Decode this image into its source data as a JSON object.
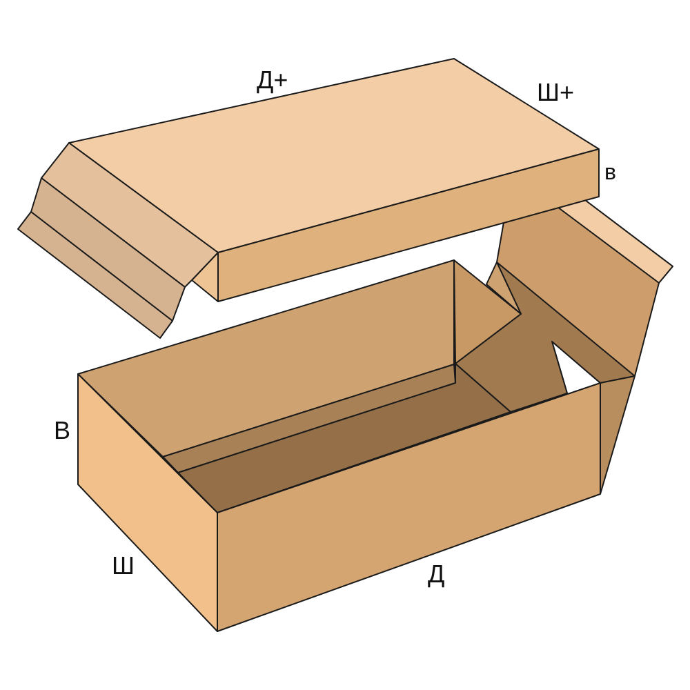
{
  "labels": {
    "lid_length": "Д+",
    "lid_width": "Ш+",
    "lid_height": "в",
    "box_height": "В",
    "box_width": "Ш",
    "box_length": "Д"
  },
  "colors": {
    "lid_top": "#f2cda6",
    "lid_front": "#dfb17c",
    "lid_flap_outer": "#e4c19c",
    "lid_flap_inner": "#d6b390",
    "lid_side_small": "#efc494",
    "lid_back_flap": "#cd9e6c",
    "lid_back_flap_edge": "#f2cda6",
    "box_left": "#f2c18b",
    "box_front": "#d4a570",
    "box_inner_back": "#cfa272",
    "box_inner_right": "#c89965",
    "box_inner_floor": "#946f47",
    "box_inner_ledge": "#a88157",
    "box_right_flap": "#b98e5e",
    "box_corner_fold": "#a27a50",
    "outline": "#1a1a1a"
  }
}
